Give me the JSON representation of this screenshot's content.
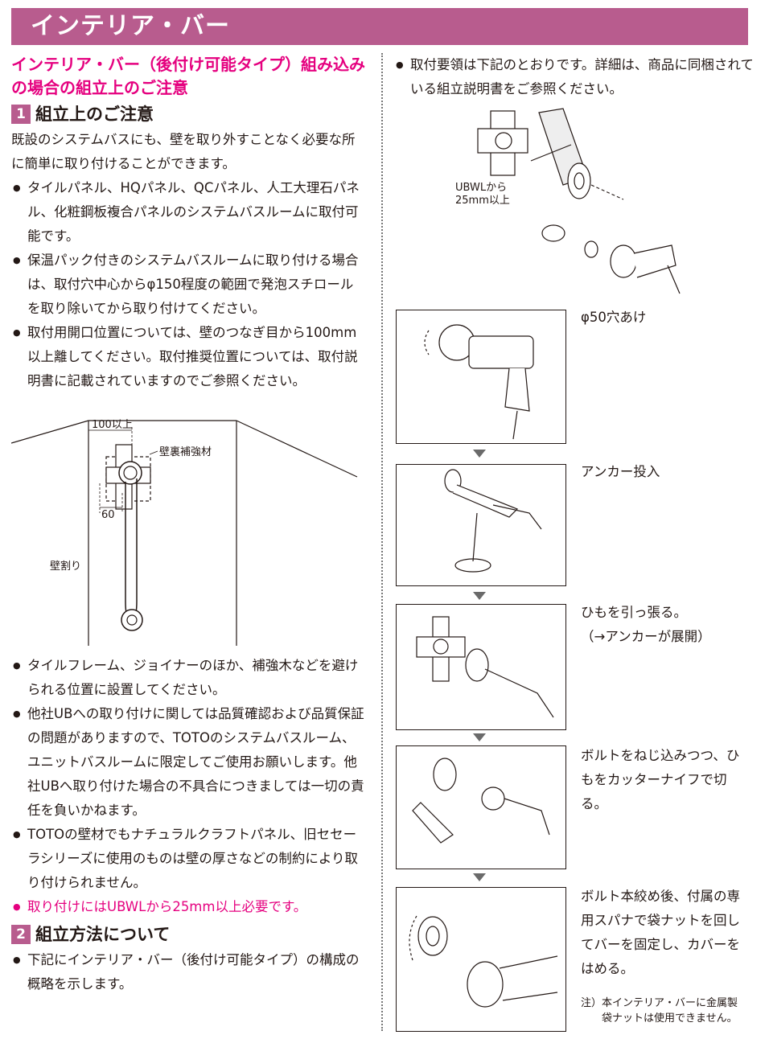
{
  "banner": {
    "title": "インテリア・バー"
  },
  "left": {
    "headline": "インテリア・バー（後付け可能タイプ）組み込みの場合の組立上のご注意",
    "section1": {
      "num": "1",
      "title": "組立上のご注意"
    },
    "intro": "既設のシステムバスにも、壁を取り外すことなく必要な所に簡単に取り付けることができます。",
    "bullets1": [
      "タイルパネル、HQパネル、QCパネル、人工大理石パネル、化粧鋼板複合パネルのシステムバスルームに取付可能です。",
      "保温パック付きのシステムバスルームに取り付ける場合は、取付穴中心からφ150程度の範囲で発泡スチロールを取り除いてから取り付けてください。",
      "取付用開口位置については、壁のつなぎ目から100mm以上離してください。取付推奨位置については、取付説明書に記載されていますのでご参照ください。"
    ],
    "figure": {
      "label_100": "100以上",
      "label_60": "60",
      "label_reinforce": "壁裏補強材",
      "label_wall": "壁割り"
    },
    "bullets2": [
      "タイルフレーム、ジョイナーのほか、補強木などを避けられる位置に設置してください。",
      "他社UBへの取り付けに関しては品質確認および品質保証の問題がありますので、TOTOのシステムバスルーム、ユニットバスルームに限定してご使用お願いします。他社UBへ取り付けた場合の不具合につきましては一切の責任を負いかねます。",
      "TOTOの壁材でもナチュラルクラフトパネル、旧セセーラシリーズに使用のものは壁の厚さなどの制約により取り付けられません。"
    ],
    "warning": "取り付けにはUBWLから25mm以上必要です。",
    "section2": {
      "num": "2",
      "title": "組立方法について"
    },
    "bullets3": [
      "下記にインテリア・バー（後付け可能タイプ）の構成の概略を示します。"
    ]
  },
  "right": {
    "intro": "取付要領は下記のとおりです。詳細は、商品に同梱されている組立説明書をご参照ください。",
    "exploded_label": "UBWLから\n25mm以上",
    "steps": [
      {
        "text": "φ50穴あけ"
      },
      {
        "text": "アンカー投入"
      },
      {
        "text": "ひもを引っ張る。\n（→アンカーが展開）"
      },
      {
        "text": "ボルトをねじ込みつつ、ひもをカッターナイフで切る。"
      },
      {
        "text": "ボルト本絞め後、付属の専用スパナで袋ナットを回してバーを固定し、カバーをはめる。"
      }
    ],
    "note": "注）本インテリア・バーに金属製\n　　袋ナットは使用できません。"
  },
  "colors": {
    "banner": "#b85c8e",
    "accent_pink": "#e5007f"
  }
}
